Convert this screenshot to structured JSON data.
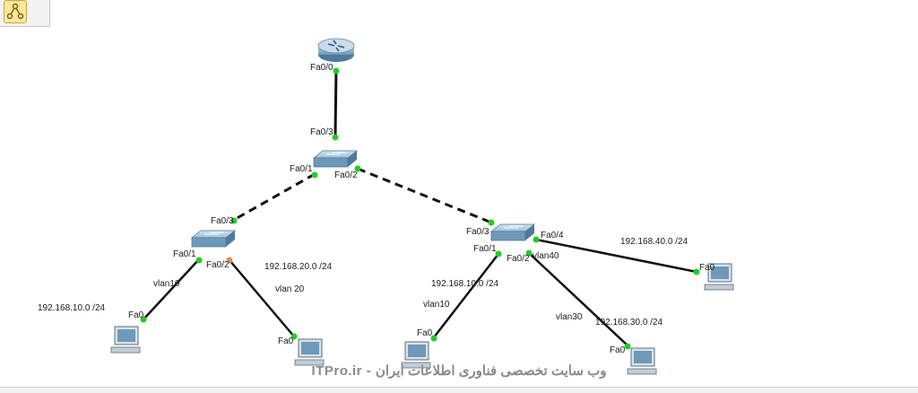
{
  "topology": {
    "router": {
      "port": "Fa0/0"
    },
    "core_switch": {
      "ports": {
        "uplink": "Fa0/3",
        "left": "Fa0/1",
        "right": "Fa0/2"
      }
    },
    "left_switch": {
      "ports": {
        "uplink": "Fa0/3",
        "p1": "Fa0/1",
        "p2": "Fa0/2"
      },
      "vlan_a": "vlan10",
      "vlan_b": "vlan 20",
      "net_a": "192.168.10.0 /24",
      "net_b": "192.168.20.0 /24",
      "pc_a_port": "Fa0",
      "pc_b_port": "Fa0"
    },
    "right_switch": {
      "ports": {
        "uplink": "Fa0/3",
        "p1": "Fa0/1",
        "p2": "Fa0/2",
        "p4": "Fa0/4"
      },
      "vlan_a": "vlan10",
      "vlan_b": "vlan30",
      "vlan_c": "vlan40",
      "net_a": "192.168.10.0 /24",
      "net_b": "192.168.30.0 /24",
      "net_c": "192.168.40.0 /24",
      "pc_a_port": "Fa0",
      "pc_b_port": "Fa0",
      "pc_c_port": "Fa0"
    }
  },
  "watermark": "ITPro.ir - وب سایت تخصصی فناوری اطلاعات ایران",
  "icons": {
    "router": "router-icon",
    "switch": "switch-icon",
    "pc": "pc-icon",
    "logical": "logical-workspace-icon"
  },
  "colors": {
    "link_up": "#22cc22",
    "link_blocking": "#e88a4a",
    "cable": "#111111"
  }
}
